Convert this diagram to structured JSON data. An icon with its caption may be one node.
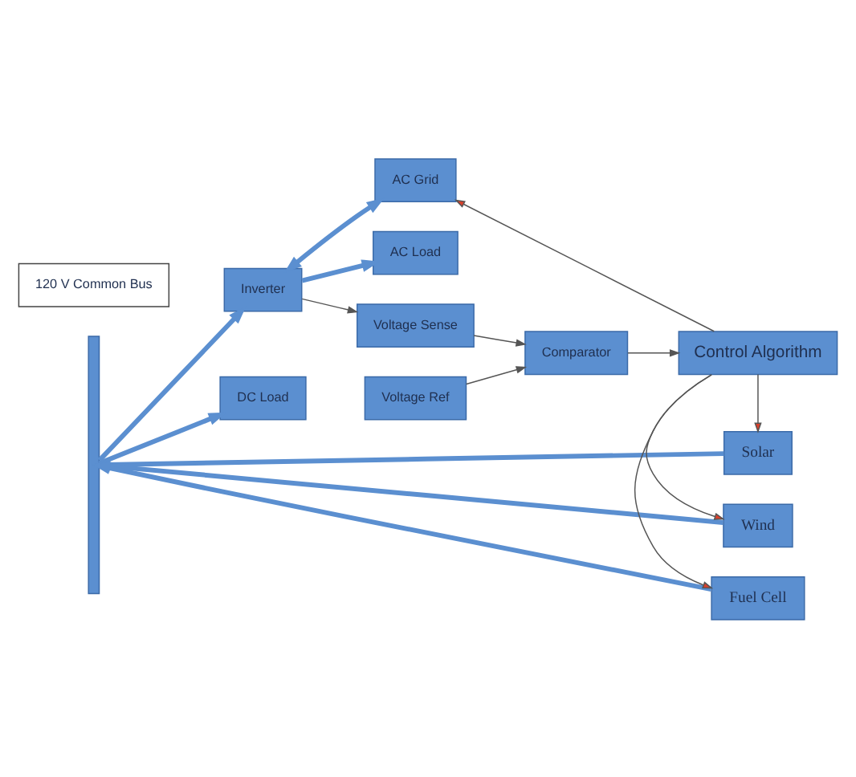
{
  "diagram": {
    "nodes": [
      {
        "text": [
          "120 V Common Bus"
        ]
      },
      {
        "text": [],
        "shape": "bar"
      },
      {
        "text": [
          "Solar"
        ]
      },
      {
        "text": [
          "Wind"
        ]
      },
      {
        "text": [
          "Fuel Cell"
        ]
      },
      {
        "text": [
          "Inverter"
        ]
      },
      {
        "text": [
          "AC Grid"
        ]
      },
      {
        "text": [
          "AC Load"
        ]
      },
      {
        "text": [
          "DC Load"
        ]
      },
      {
        "text": [
          "Voltage Sense"
        ]
      },
      {
        "text": [
          "Voltage Ref"
        ]
      },
      {
        "text": [
          "Comparator"
        ]
      },
      {
        "text": [
          "Control Algorithm"
        ]
      }
    ],
    "edges": [
      {
        "from": 2,
        "to": 1,
        "arrow": "to",
        "style": "thick",
        "color": "#5b8fd0"
      },
      {
        "from": 3,
        "to": 1,
        "arrow": "to",
        "style": "thick",
        "color": "#5b8fd0"
      },
      {
        "from": 4,
        "to": 1,
        "arrow": "to",
        "style": "thick",
        "color": "#5b8fd0"
      },
      {
        "from": 1,
        "to": 5,
        "arrow": "to",
        "style": "thick",
        "color": "#5b8fd0"
      },
      {
        "from": 1,
        "to": 8,
        "arrow": "to",
        "style": "thick",
        "color": "#5b8fd0"
      },
      {
        "from": 5,
        "to": 6,
        "arrow": "both",
        "style": "thick",
        "color": "#5b8fd0"
      },
      {
        "from": 5,
        "to": 7,
        "arrow": "to",
        "style": "thick",
        "color": "#5b8fd0"
      },
      {
        "from": 5,
        "to": 9,
        "arrow": "to"
      },
      {
        "from": 9,
        "to": 11,
        "arrow": "to"
      },
      {
        "from": 10,
        "to": 11,
        "arrow": "to"
      },
      {
        "from": 11,
        "to": 12,
        "arrow": "to"
      },
      {
        "from": 12,
        "to": 2,
        "arrow": "to"
      },
      {
        "from": 12,
        "to": 3,
        "arrow": "to"
      },
      {
        "from": 12,
        "to": 4,
        "arrow": "to"
      },
      {
        "from": 12,
        "to": 6,
        "arrow": "to"
      }
    ]
  }
}
